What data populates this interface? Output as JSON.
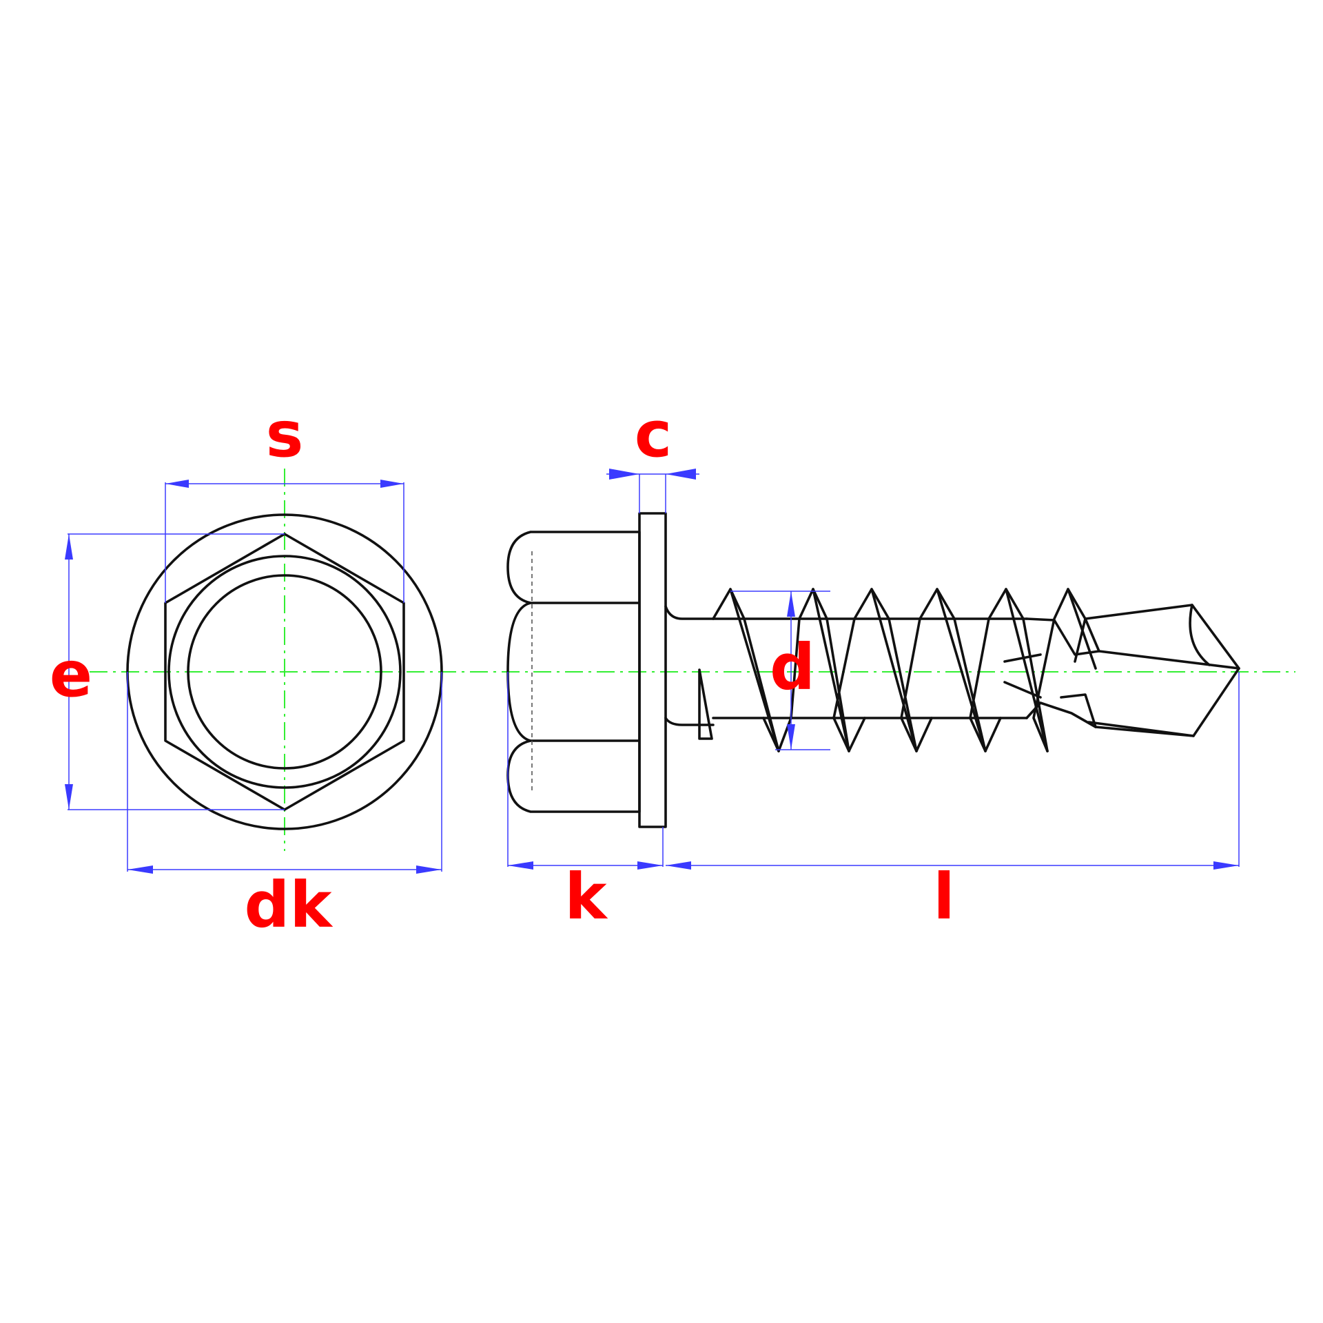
{
  "colors": {
    "outline": "#111111",
    "dimension": "#3a3aff",
    "centerline": "#33ee33",
    "label": "#ff0000",
    "background": "#ffffff"
  },
  "labels": {
    "s": "s",
    "e": "e",
    "dk": "dk",
    "c": "c",
    "k": "k",
    "d": "d",
    "l": "l"
  }
}
